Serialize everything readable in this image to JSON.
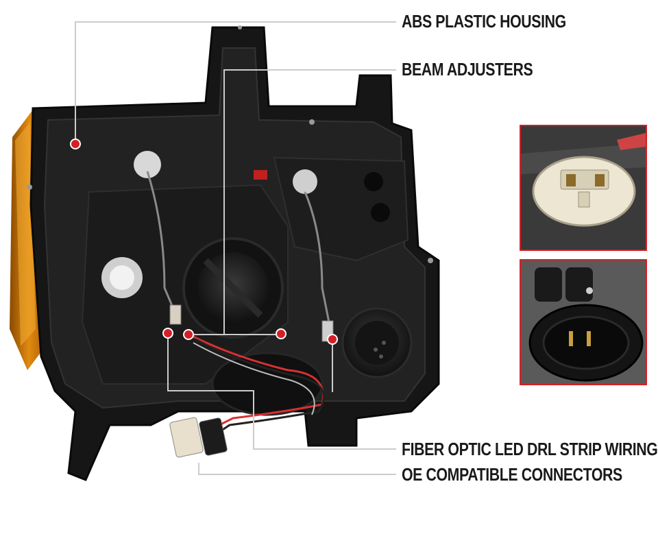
{
  "callouts": {
    "housing": "ABS PLASTIC HOUSING",
    "adjusters": "BEAM ADJUSTERS",
    "wirings": "FIBER OPTIC LED DRL STRIP WIRINGS",
    "connectors": "OE COMPATIBLE CONNECTORS"
  },
  "colors": {
    "marker": "#d32027",
    "leader": "#c8c8c8",
    "housing": "#1c1c1c",
    "inset_border": "#d32027"
  },
  "icons": [
    "headlight-housing-photo",
    "connector-male-photo",
    "connector-female-photo"
  ]
}
